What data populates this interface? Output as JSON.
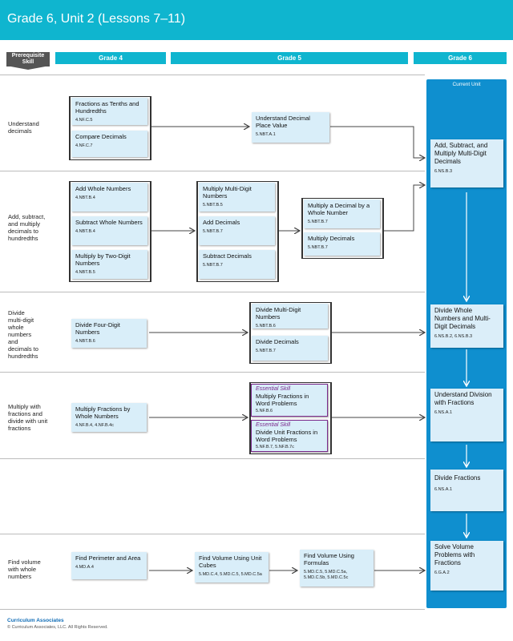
{
  "header": {
    "title": "Grade 6, Unit 2 (Lessons 7–11)"
  },
  "columns": {
    "prerequisite": "Prerequisite Skill",
    "grade4": "Grade 4",
    "grade5": "Grade 5",
    "grade6": "Grade 6",
    "current_unit": "Current Unit"
  },
  "rows": [
    {
      "skill": "Understand decimals"
    },
    {
      "skill": "Add, subtract, and multiply decimals to hundredths"
    },
    {
      "skill": "Divide multi-digit whole numbers and decimals to hundredths"
    },
    {
      "skill": "Multiply with fractions and divide with unit fractions"
    },
    {
      "skill": "Find volume with whole numbers"
    }
  ],
  "boxes": {
    "r1_g4a": {
      "title": "Fractions as Tenths and Hundredths",
      "std": "4.NF.C.5"
    },
    "r1_g4b": {
      "title": "Compare Decimals",
      "std": "4.NF.C.7"
    },
    "r1_g5": {
      "title": "Understand Decimal Place Value",
      "std": "5.NBT.A.1"
    },
    "r1_g6": {
      "title": "Add, Subtract, and Multiply Multi-Digit Decimals",
      "std": "6.NS.B.3"
    },
    "r2_g4a": {
      "title": "Add Whole Numbers",
      "std": "4.NBT.B.4"
    },
    "r2_g4b": {
      "title": "Subtract Whole Numbers",
      "std": "4.NBT.B.4"
    },
    "r2_g4c": {
      "title": "Multiply by Two-Digit Numbers",
      "std": "4.NBT.B.5"
    },
    "r2_g5a": {
      "title": "Multiply Multi-Digit Numbers",
      "std": "5.NBT.B.5"
    },
    "r2_g5b": {
      "title": "Add Decimals",
      "std": "5.NBT.B.7"
    },
    "r2_g5c": {
      "title": "Subtract Decimals",
      "std": "5.NBT.B.7"
    },
    "r2_g5d": {
      "title": "Multiply a Decimal by a Whole Number",
      "std": "5.NBT.B.7"
    },
    "r2_g5e": {
      "title": "Multiply Decimals",
      "std": "5.NBT.B.7"
    },
    "r3_g4": {
      "title": "Divide Four-Digit Numbers",
      "std": "4.NBT.B.6"
    },
    "r3_g5a": {
      "title": "Divide Multi-Digit Numbers",
      "std": "5.NBT.B.6"
    },
    "r3_g5b": {
      "title": "Divide Decimals",
      "std": "5.NBT.B.7"
    },
    "r3_g6": {
      "title": "Divide Whole Numbers and Multi-Digit Decimals",
      "std": "6.NS.B.2, 6.NS.B.3"
    },
    "r4_g4": {
      "title": "Multiply Fractions by Whole Numbers",
      "std": "4.NF.B.4, 4.NF.B.4c"
    },
    "r4_g5a": {
      "tag": "Essential Skill",
      "title": "Multiply Fractions in Word Problems",
      "std": "5.NF.B.6"
    },
    "r4_g5b": {
      "tag": "Essential Skill",
      "title": "Divide Unit Fractions in Word Problems",
      "std": "5.NF.B.7, 5.NF.B.7c"
    },
    "r4_g6": {
      "title": "Understand Division with Fractions",
      "std": "6.NS.A.1"
    },
    "r5_g6div": {
      "title": "Divide Fractions",
      "std": "6.NS.A.1"
    },
    "r6_g4": {
      "title": "Find Perimeter and Area",
      "std": "4.MD.A.4"
    },
    "r6_g5a": {
      "title": "Find Volume Using Unit Cubes",
      "std": "5.MD.C.4, 5.MD.C.5, 5.MD.C.5a"
    },
    "r6_g5b": {
      "title": "Find Volume Using Formulas",
      "std": "5.MD.C.5, 5.MD.C.5a, 5.MD.C.5b, 5.MD.C.5c"
    },
    "r6_g6": {
      "title": "Solve Volume Problems with Fractions",
      "std": "6.G.A.2"
    }
  },
  "footer": {
    "brand": "Curriculum Associates",
    "copyright": "© Curriculum Associates, LLC. All Rights Reserved."
  },
  "colors": {
    "header": "#0fb5cf",
    "grade6_panel": "#0f8fcf",
    "box_fill": "#d9eef9",
    "essential_border": "#7a2a8c"
  }
}
